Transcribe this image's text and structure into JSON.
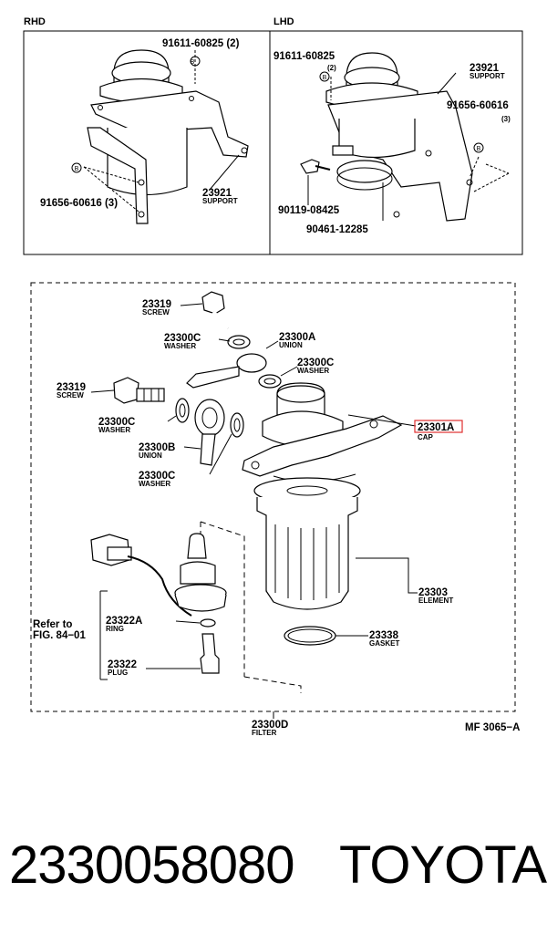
{
  "top": {
    "rhd_label": "RHD",
    "lhd_label": "LHD",
    "rhd": {
      "bolt_top": "91611-60825 (2)",
      "bolt_left": "91656-60616 (3)",
      "support_num": "23921",
      "support_desc": "SUPPORT"
    },
    "lhd": {
      "bolt_top_num": "91611-60825",
      "bolt_top_qty": "(2)",
      "support_num": "23921",
      "support_desc": "SUPPORT",
      "bolt_right_num": "91656-60616",
      "bolt_right_qty": "(3)",
      "screw": "90119-08425",
      "clamp": "90461-12285"
    },
    "bolt_marker": "B"
  },
  "bottom": {
    "screw_top_num": "23319",
    "screw_top_desc": "SCREW",
    "washer_a_num": "23300C",
    "washer_a_desc": "WASHER",
    "union_a_num": "23300A",
    "union_a_desc": "UNION",
    "washer_b_num": "23300C",
    "washer_b_desc": "WASHER",
    "screw_left_num": "23319",
    "screw_left_desc": "SCREW",
    "washer_c_num": "23300C",
    "washer_c_desc": "WASHER",
    "union_b_num": "23300B",
    "union_b_desc": "UNION",
    "washer_d_num": "23300C",
    "washer_d_desc": "WASHER",
    "cap_num": "23301A",
    "cap_desc": "CAP",
    "element_num": "23303",
    "element_desc": "ELEMENT",
    "gasket_num": "23338",
    "gasket_desc": "GASKET",
    "ring_num": "23322A",
    "ring_desc": "RING",
    "plug_num": "23322",
    "plug_desc": "PLUG",
    "refer_line1": "Refer to",
    "refer_line2": "FIG. 84−01",
    "filter_num": "23300D",
    "filter_desc": "FILTER",
    "figure_code": "MF 3065−A"
  },
  "colors": {
    "highlight": "#e03030"
  },
  "footer": {
    "part_number": "2330058080",
    "brand": "TOYOTA"
  }
}
